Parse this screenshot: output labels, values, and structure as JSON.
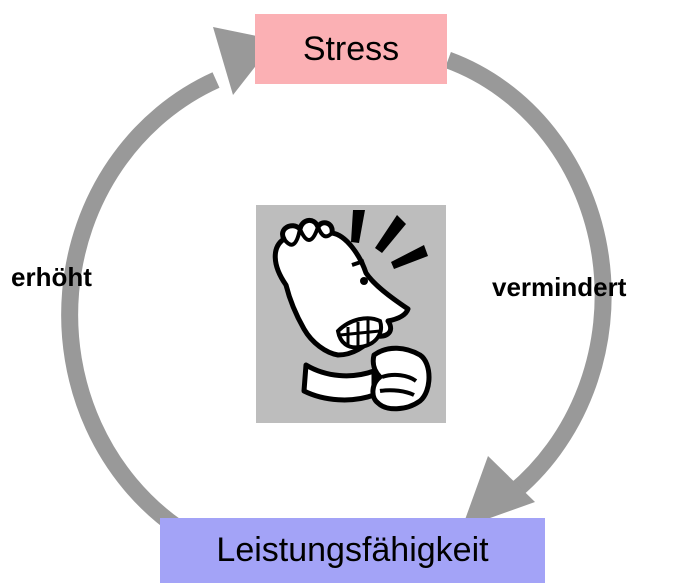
{
  "nodes": {
    "top": {
      "label": "Stress"
    },
    "bottom": {
      "label": "Leistungsfähigkeit"
    }
  },
  "edges": {
    "left": {
      "label": "erhöht"
    },
    "right": {
      "label": "vermindert"
    }
  },
  "colors": {
    "top_node_fill": "#fbb0b4",
    "bottom_node_fill": "#a3a3f7",
    "arrow": "#999999",
    "figure_background": "#bdbdbd",
    "ink": "#000000"
  },
  "icons": {
    "center": "stressed-person-icon"
  }
}
